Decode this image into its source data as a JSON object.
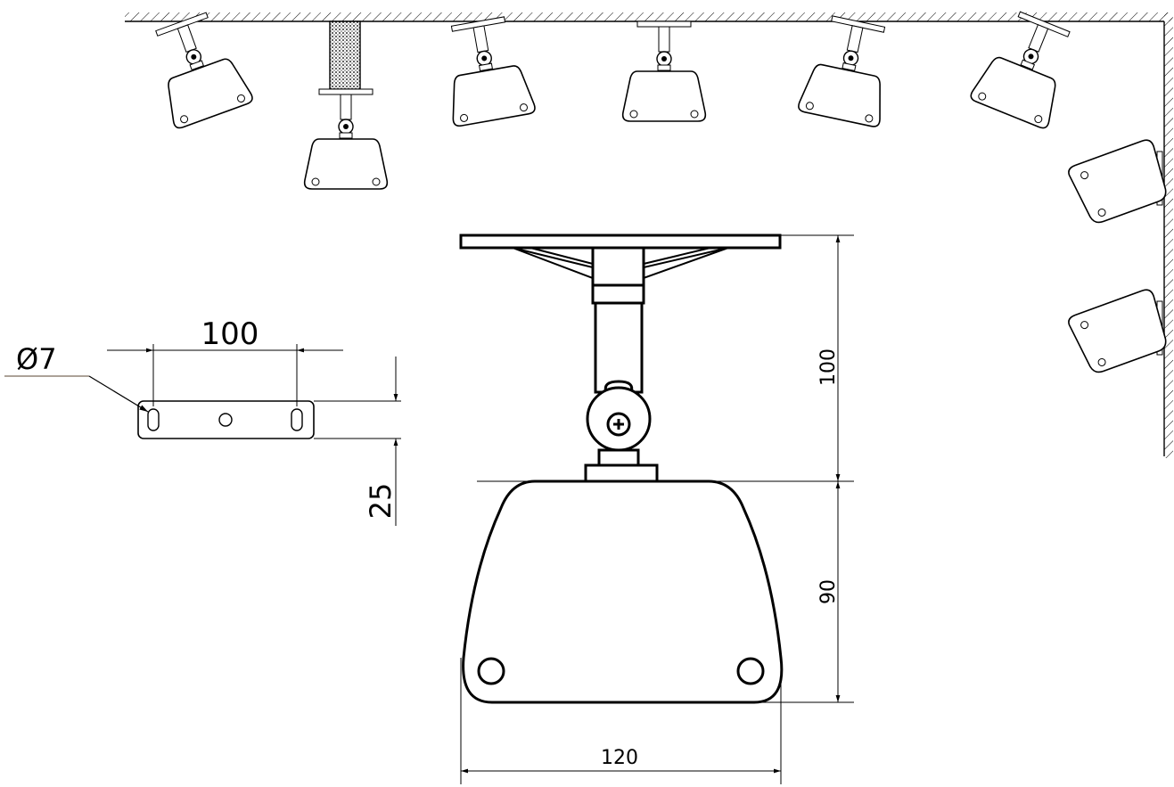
{
  "diagram": {
    "mount_dimensions": {
      "hole_spacing": "100",
      "slot_diameter": "Ø7",
      "plate_height": "25"
    },
    "speaker_dimensions": {
      "bracket_height": "100",
      "body_height": "90",
      "body_width": "120"
    },
    "colors": {
      "line": "#000000",
      "background": "#ffffff",
      "leader": "#7a6a5a",
      "hatch_block": "#555555"
    }
  }
}
